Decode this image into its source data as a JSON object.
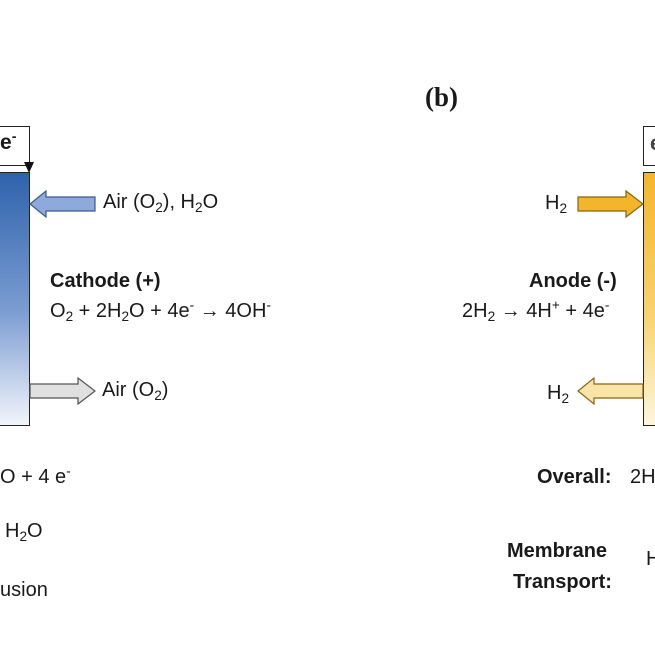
{
  "panel_b_label": "(b)",
  "left_panel": {
    "top_label": "e-",
    "air_in_label": "Air (O2), H2O",
    "cathode_title": "Cathode (+)",
    "cathode_equation": "O2 + 2H2O + 4e- → 4OH-",
    "air_out_label": "Air (O2)",
    "partial_line_1": "O + 4 e-",
    "partial_line_2": "H2O",
    "partial_line_3": "usion",
    "colors": {
      "electrode_top": "#2f62ac",
      "electrode_bottom": "#f2f5fb",
      "arrow_in": "#8ea9db",
      "arrow_out": "#e0e0e0"
    }
  },
  "right_panel": {
    "h2_in_label": "H2",
    "anode_title": "Anode (-)",
    "anode_equation": "2H2 → 4H+ + 4e-",
    "h2_out_label": "H2",
    "overall_label": "Overall:",
    "overall_partial": "2H",
    "membrane_label_1": "Membrane",
    "membrane_label_2": "Transport:",
    "membrane_partial": "H",
    "colors": {
      "electrode_top": "#f3b62b",
      "electrode_bottom": "#fdf6dc",
      "arrow_in": "#f3b62b",
      "arrow_out": "#fbe4a8"
    }
  }
}
